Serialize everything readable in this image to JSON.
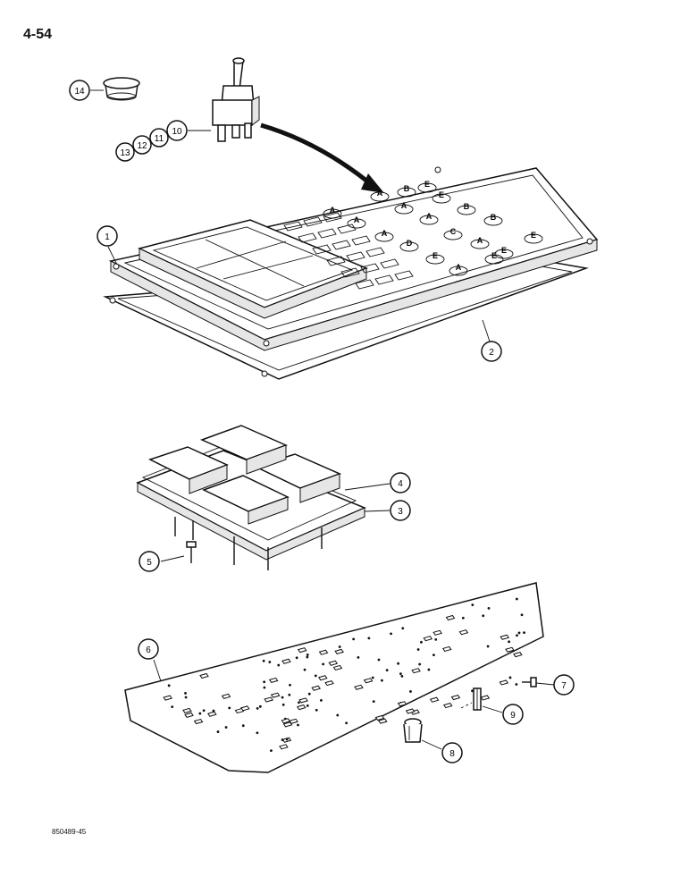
{
  "page": {
    "page_number": "4-54",
    "figure_code": "850489-45"
  },
  "callouts": [
    {
      "id": "c1",
      "label": "1"
    },
    {
      "id": "c2",
      "label": "2"
    },
    {
      "id": "c3",
      "label": "3"
    },
    {
      "id": "c4",
      "label": "4"
    },
    {
      "id": "c5",
      "label": "5"
    },
    {
      "id": "c6",
      "label": "6"
    },
    {
      "id": "c7",
      "label": "7"
    },
    {
      "id": "c8",
      "label": "8"
    },
    {
      "id": "c9",
      "label": "9"
    },
    {
      "id": "c10",
      "label": "10"
    },
    {
      "id": "c11",
      "label": "11"
    },
    {
      "id": "c12",
      "label": "12"
    },
    {
      "id": "c13",
      "label": "13"
    },
    {
      "id": "c14",
      "label": "14"
    }
  ],
  "switch_position_labels": [
    "A",
    "A",
    "A",
    "A",
    "A",
    "A",
    "A",
    "A",
    "B",
    "B",
    "B",
    "C",
    "D",
    "E",
    "E",
    "E",
    "E",
    "E",
    "E"
  ]
}
